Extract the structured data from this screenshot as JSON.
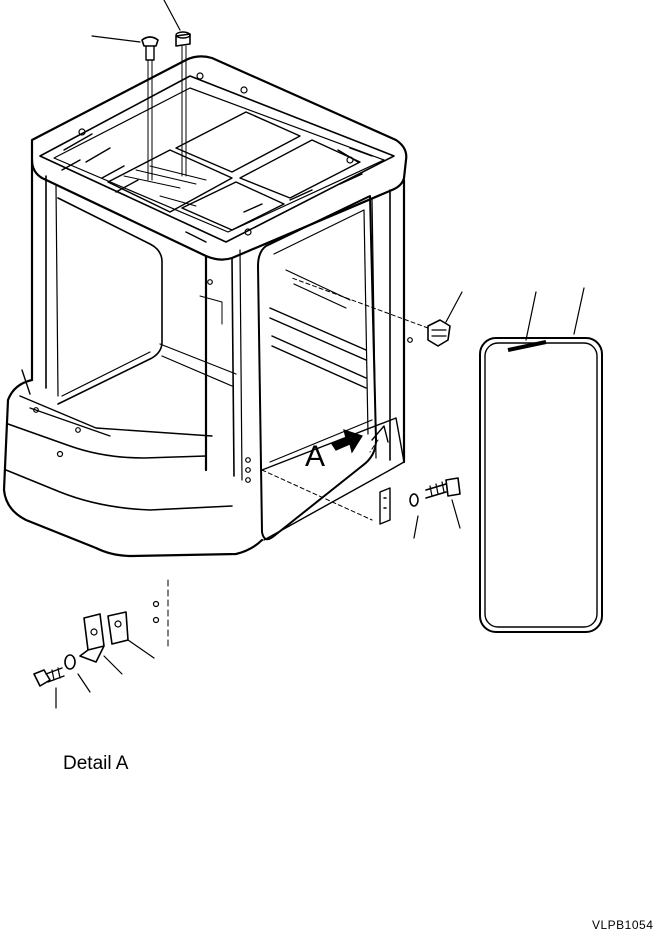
{
  "detail_label": "Detail A",
  "callout_letter": "A",
  "reference_code": "VLPB1054"
}
